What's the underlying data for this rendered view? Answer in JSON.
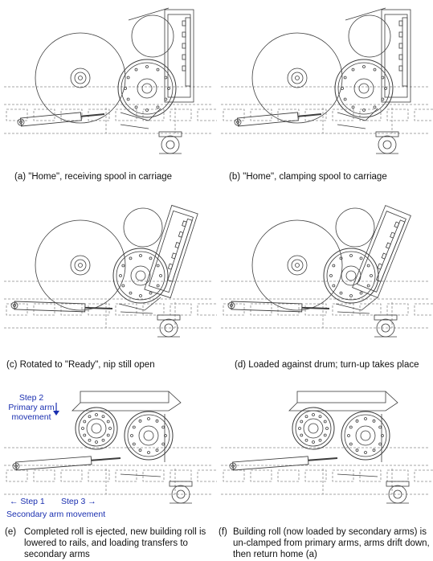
{
  "colors": {
    "line": "#3c3c3c",
    "dash": "#8a8a8a",
    "annotation": "#1a2fb0"
  },
  "panels": [
    {
      "id": "a",
      "caption": "(a) \"Home\", receiving spool in carriage"
    },
    {
      "id": "b",
      "caption": "(b) \"Home\", clamping spool to carriage"
    },
    {
      "id": "c",
      "caption": "(c) Rotated to \"Ready\", nip still open"
    },
    {
      "id": "d",
      "caption": "(d) Loaded against drum; turn-up takes place"
    },
    {
      "id": "e",
      "letter": "(e)",
      "caption": "Completed roll is ejected, new building roll is lowered to rails, and loading transfers to secondary arms"
    },
    {
      "id": "f",
      "letter": "(f)",
      "caption": "Building roll (now loaded by secondary arms) is un-clamped from primary arms, arms drift down, then return home (a)"
    }
  ],
  "annotations": {
    "step2_line1": "Step 2",
    "step2_line2": "Primary arm",
    "step2_line3": "movement",
    "step1": "← Step 1",
    "step3": "Step 3 →",
    "secondary": "Secondary arm movement"
  }
}
